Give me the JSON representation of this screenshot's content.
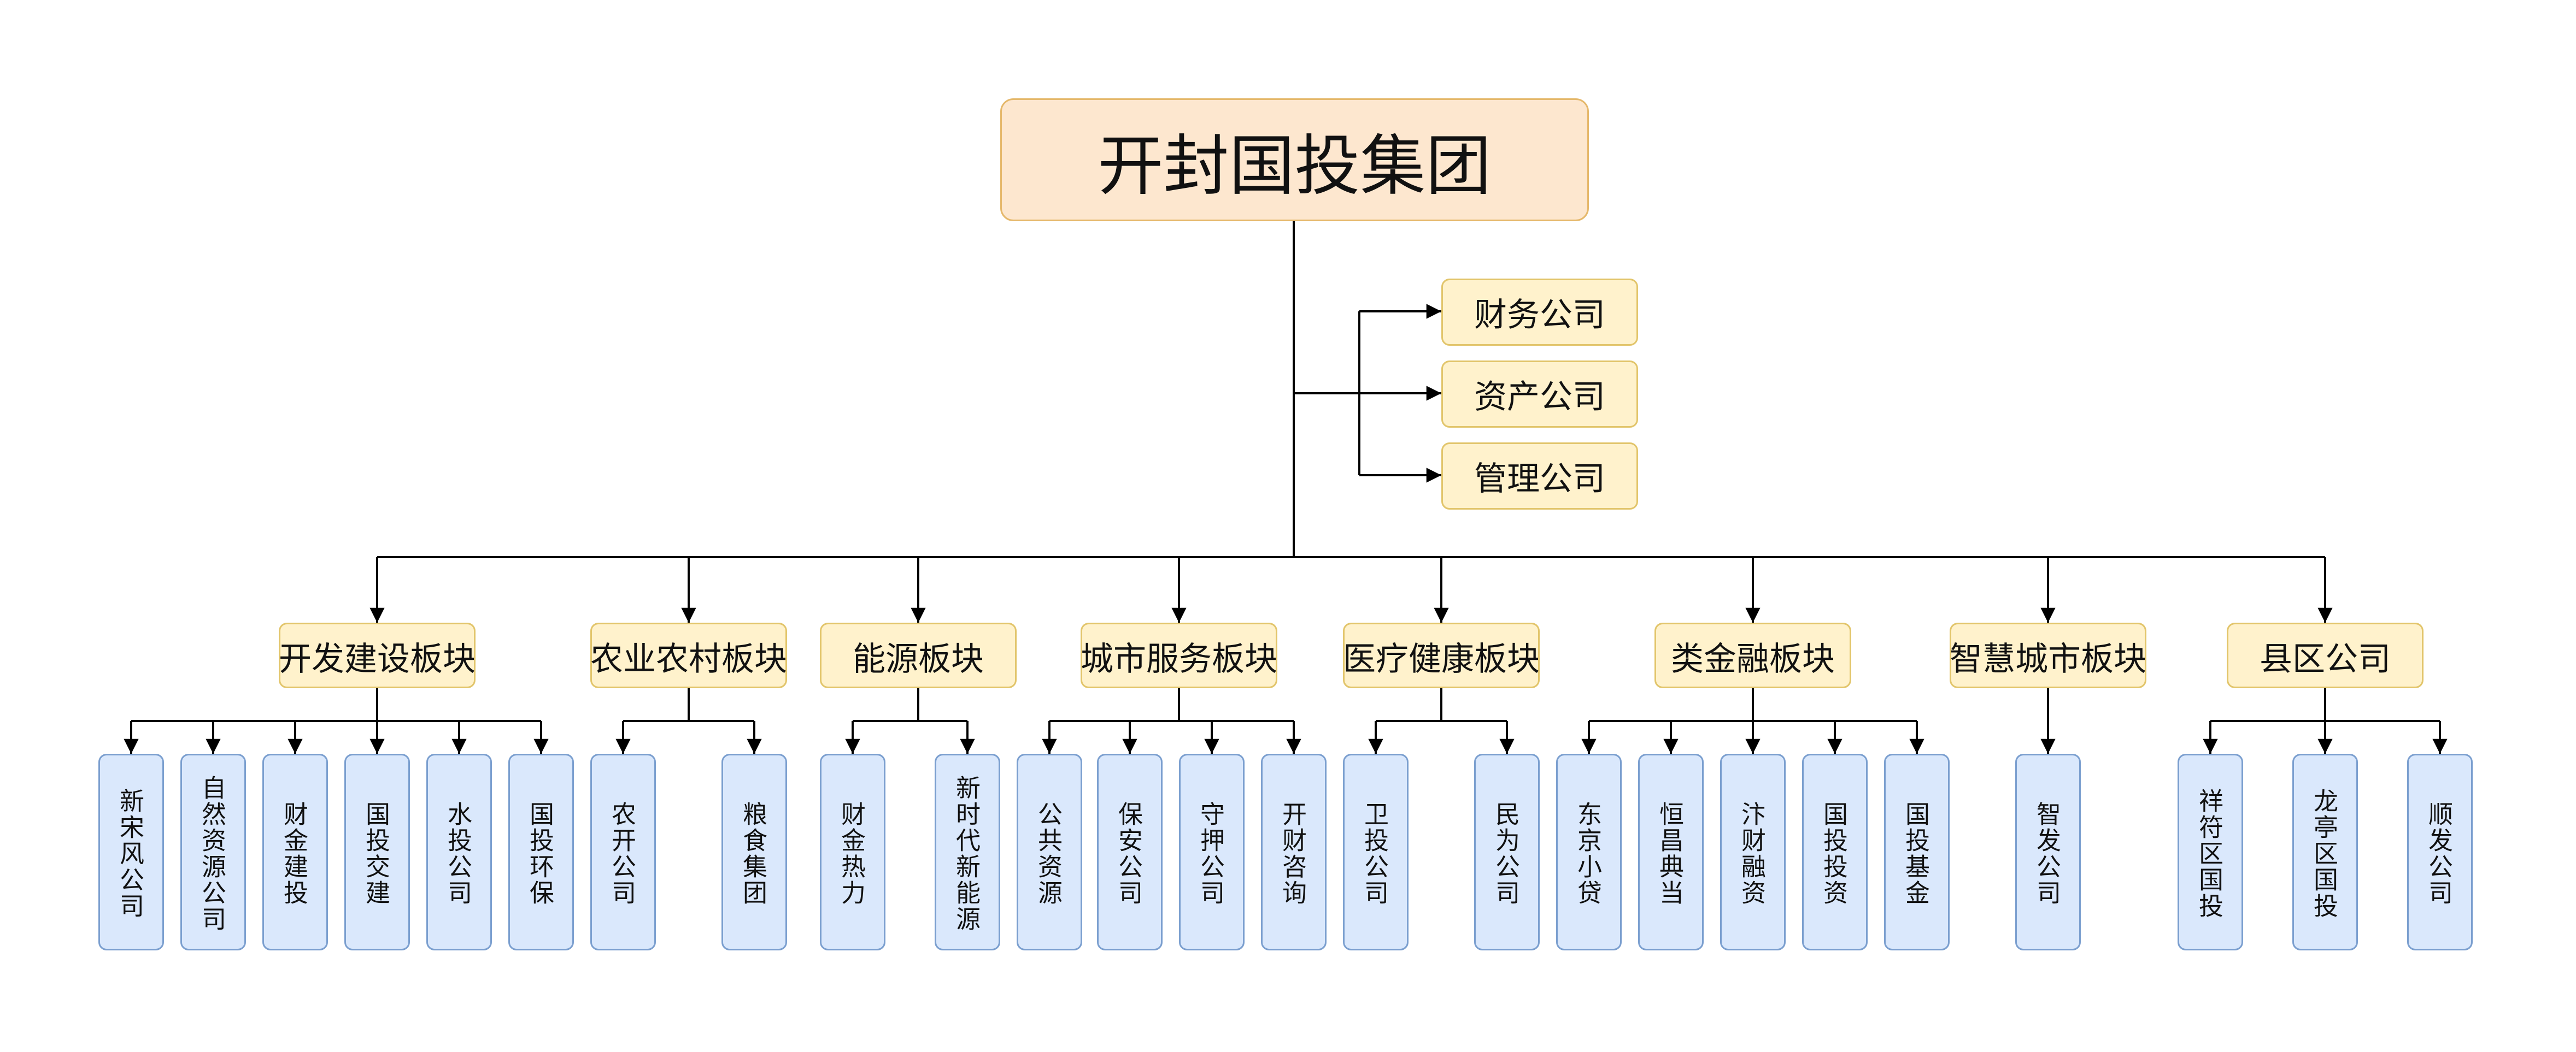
{
  "root": {
    "label": "开封国投集团"
  },
  "side_companies": [
    {
      "label": "财务公司"
    },
    {
      "label": "资产公司"
    },
    {
      "label": "管理公司"
    }
  ],
  "sectors": [
    {
      "label": "开发建设板块",
      "children": [
        "新宋风公司",
        "自然资源公司",
        "财金建投",
        "国投交建",
        "水投公司",
        "国投环保"
      ]
    },
    {
      "label": "农业农村板块",
      "children": [
        "农开公司",
        "粮食集团"
      ]
    },
    {
      "label": "能源板块",
      "children": [
        "财金热力",
        "新时代新能源"
      ]
    },
    {
      "label": "城市服务板块",
      "children": [
        "公共资源",
        "保安公司",
        "守押公司",
        "开财咨询"
      ]
    },
    {
      "label": "医疗健康板块",
      "children": [
        "卫投公司",
        "民为公司"
      ]
    },
    {
      "label": "类金融板块",
      "children": [
        "东京小贷",
        "恒昌典当",
        "汴财融资",
        "国投投资",
        "国投基金"
      ]
    },
    {
      "label": "智慧城市板块",
      "children": [
        "智发公司"
      ]
    },
    {
      "label": "县区公司",
      "children": [
        "祥符区国投",
        "龙亭区国投",
        "顺发公司"
      ]
    }
  ],
  "colors": {
    "root_fill": "#fde7cf",
    "sector_fill": "#fff2cc",
    "leaf_fill": "#dae8fc",
    "leaf_border": "#7b9fcf",
    "connector": "#000000"
  }
}
